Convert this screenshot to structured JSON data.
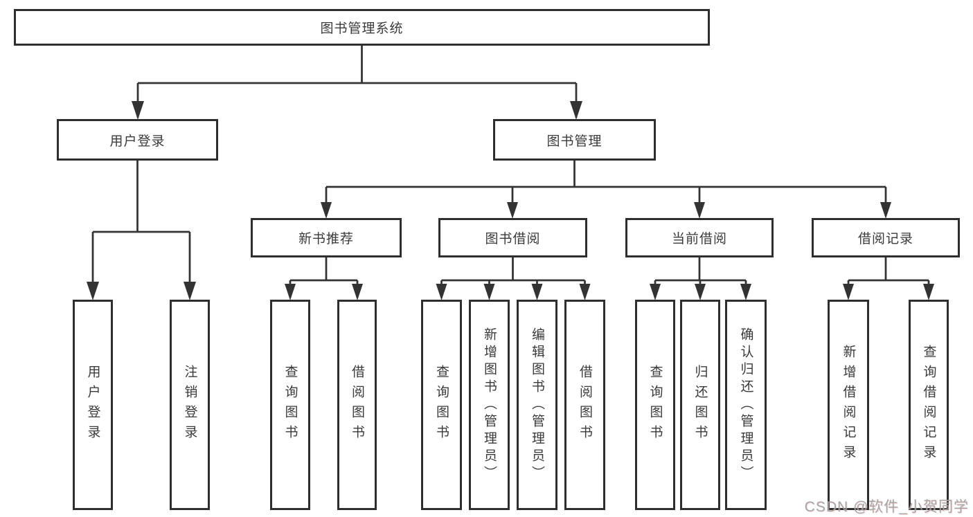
{
  "diagram": {
    "root": {
      "label": "图书管理系统"
    },
    "branches": {
      "user_login": {
        "label": "用户登录",
        "leaves": [
          "用户登录",
          "注销登录"
        ]
      },
      "book_mgmt": {
        "label": "图书管理",
        "sections": {
          "new_book": {
            "label": "新书推荐",
            "leaves": [
              "查询图书",
              "借阅图书"
            ]
          },
          "book_borrow": {
            "label": "图书借阅",
            "leaves": [
              "查询图书",
              "新增图书（管理员）",
              "编辑图书（管理员）",
              "借阅图书"
            ]
          },
          "current_borrow": {
            "label": "当前借阅",
            "leaves": [
              "查询图书",
              "归还图书",
              "确认归还（管理员）"
            ]
          },
          "borrow_record": {
            "label": "借阅记录",
            "leaves": [
              "新增借阅记录",
              "查询借阅记录"
            ]
          }
        }
      }
    }
  },
  "watermark": {
    "text": "CSDN @软件_小贺同学"
  },
  "colors": {
    "background": "#ffffff",
    "box_border": "#2e2e2e",
    "line": "#333333",
    "text": "#3a3a3a",
    "watermark": "#a2a2a2"
  }
}
